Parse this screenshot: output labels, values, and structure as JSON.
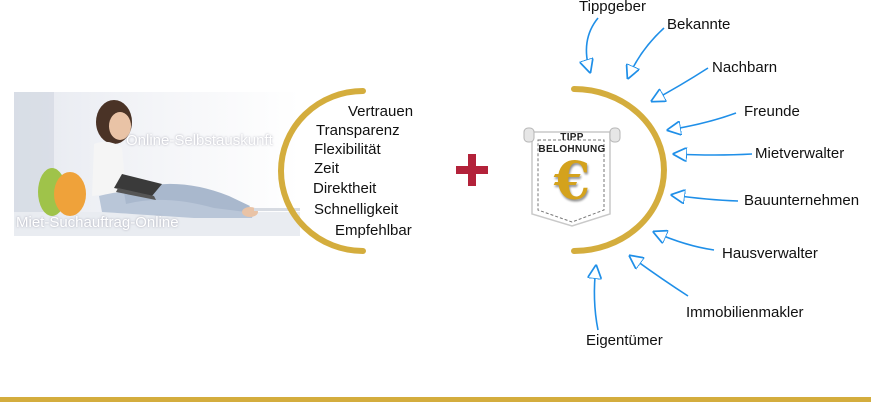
{
  "left": {
    "photo_caption_top": "Online-Selbstauskunft",
    "photo_caption_bottom": "Miet-Suchauftrag-Online",
    "values": [
      "Vertrauen",
      "Transparenz",
      "Flexibilität",
      "Zeit",
      "Direktheit",
      "Schnelligkeit",
      "Empfehlbar"
    ]
  },
  "badge": {
    "line1": "TIPP",
    "line2": "BELOHNUNG",
    "symbol": "€"
  },
  "sources": [
    "Tippgeber",
    "Bekannte",
    "Nachbarn",
    "Freunde",
    "Mietverwalter",
    "Bauunternehmen",
    "Hausverwalter",
    "Immobilienmakler",
    "Eigentümer"
  ],
  "colors": {
    "gold": "#d4ad3d",
    "arrow": "#1f8fe8",
    "plus": "#b3223a"
  },
  "icons": {
    "plus": "plus-icon",
    "euro": "euro-icon"
  }
}
